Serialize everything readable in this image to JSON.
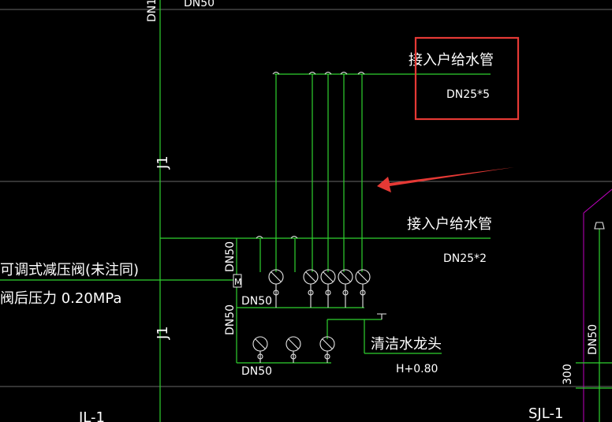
{
  "labels": {
    "top_dn": "DN50",
    "top_left_dn": "DN1",
    "riser_j1_upper": "J1",
    "riser_j1_lower": "J1",
    "upper_supply_label": "接入户给水管",
    "upper_supply_size": "DN25*5",
    "lower_supply_label": "接入户给水管",
    "lower_supply_size": "DN25*2",
    "valve_label": "可调式减压阀(未注同)",
    "pressure_label": "阀后压力  0.20MPa",
    "dn50_vertical_1": "DN50",
    "dn50_horizontal_1": "DN50",
    "dn50_vertical_2": "DN50",
    "dn50_horizontal_2": "DN50",
    "faucet_label": "清洁水龙头",
    "faucet_height": "H+0.80",
    "bottom_left_id": "JL-1",
    "bottom_right_id": "SJL-1",
    "right_dn": "DN50",
    "right_dim": "300",
    "valve_mark": "M"
  },
  "annotation": {
    "highlight_color": "#e53935",
    "arrow_color": "#e53935"
  },
  "colors": {
    "pipe": "#2fd12f",
    "text": "#ffffff",
    "gridline": "#8a8a8a",
    "riser_right": "#c000c0"
  }
}
